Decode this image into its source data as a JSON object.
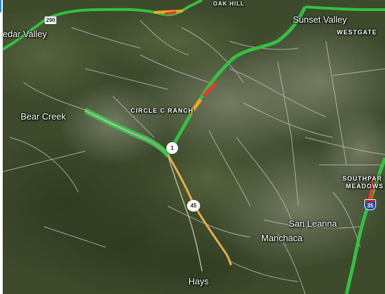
{
  "map": {
    "view": "satellite",
    "places": {
      "cedar_valley": "edar Valley",
      "sunset_valley": "Sunset Valley",
      "westgate": "WESTGATE",
      "bear_creek": "Bear Creek",
      "circle_c_ranch": "CIRCLE C RANCH",
      "southpark_meadows_line1": "SOUTHPAR",
      "southpark_meadows_line2": "MEADOWS",
      "san_leanna": "San Leanna",
      "manchaca": "Manchaca",
      "hays": "Hays",
      "oak_hill_partial": "OAK HILL"
    },
    "shields": {
      "us290": "290",
      "loop1": "1",
      "sh45": "45",
      "i35": "35"
    },
    "colors": {
      "traffic_fast": "#35c043",
      "traffic_slow": "#f5a623",
      "traffic_heavy": "#e53935",
      "road_minor": "#c9c9c9",
      "road_toll": "#e8b04a",
      "terrain": "#3d4a2c"
    }
  }
}
